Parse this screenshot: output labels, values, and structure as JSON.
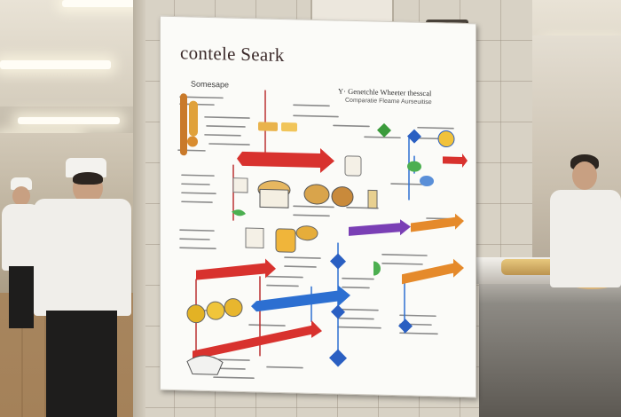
{
  "scene": "chef kitchen with wall flowchart poster",
  "poster": {
    "title": "contele Seark",
    "subtitle": "Somesape",
    "right_heading": "Y· Genetchle Wheeter thesscal",
    "right_subheading": "Comparatie Fleame Aurseuitise"
  },
  "colors": {
    "arrow_red": "#d8322e",
    "arrow_blue": "#2c6fd1",
    "arrow_purple": "#7a3fb5",
    "arrow_orange": "#e58a2b",
    "arrow_green": "#3b9b3c",
    "diamond_blue": "#2a5fc2",
    "diamond_green": "#4caf50",
    "ink": "#4a4a4a"
  }
}
